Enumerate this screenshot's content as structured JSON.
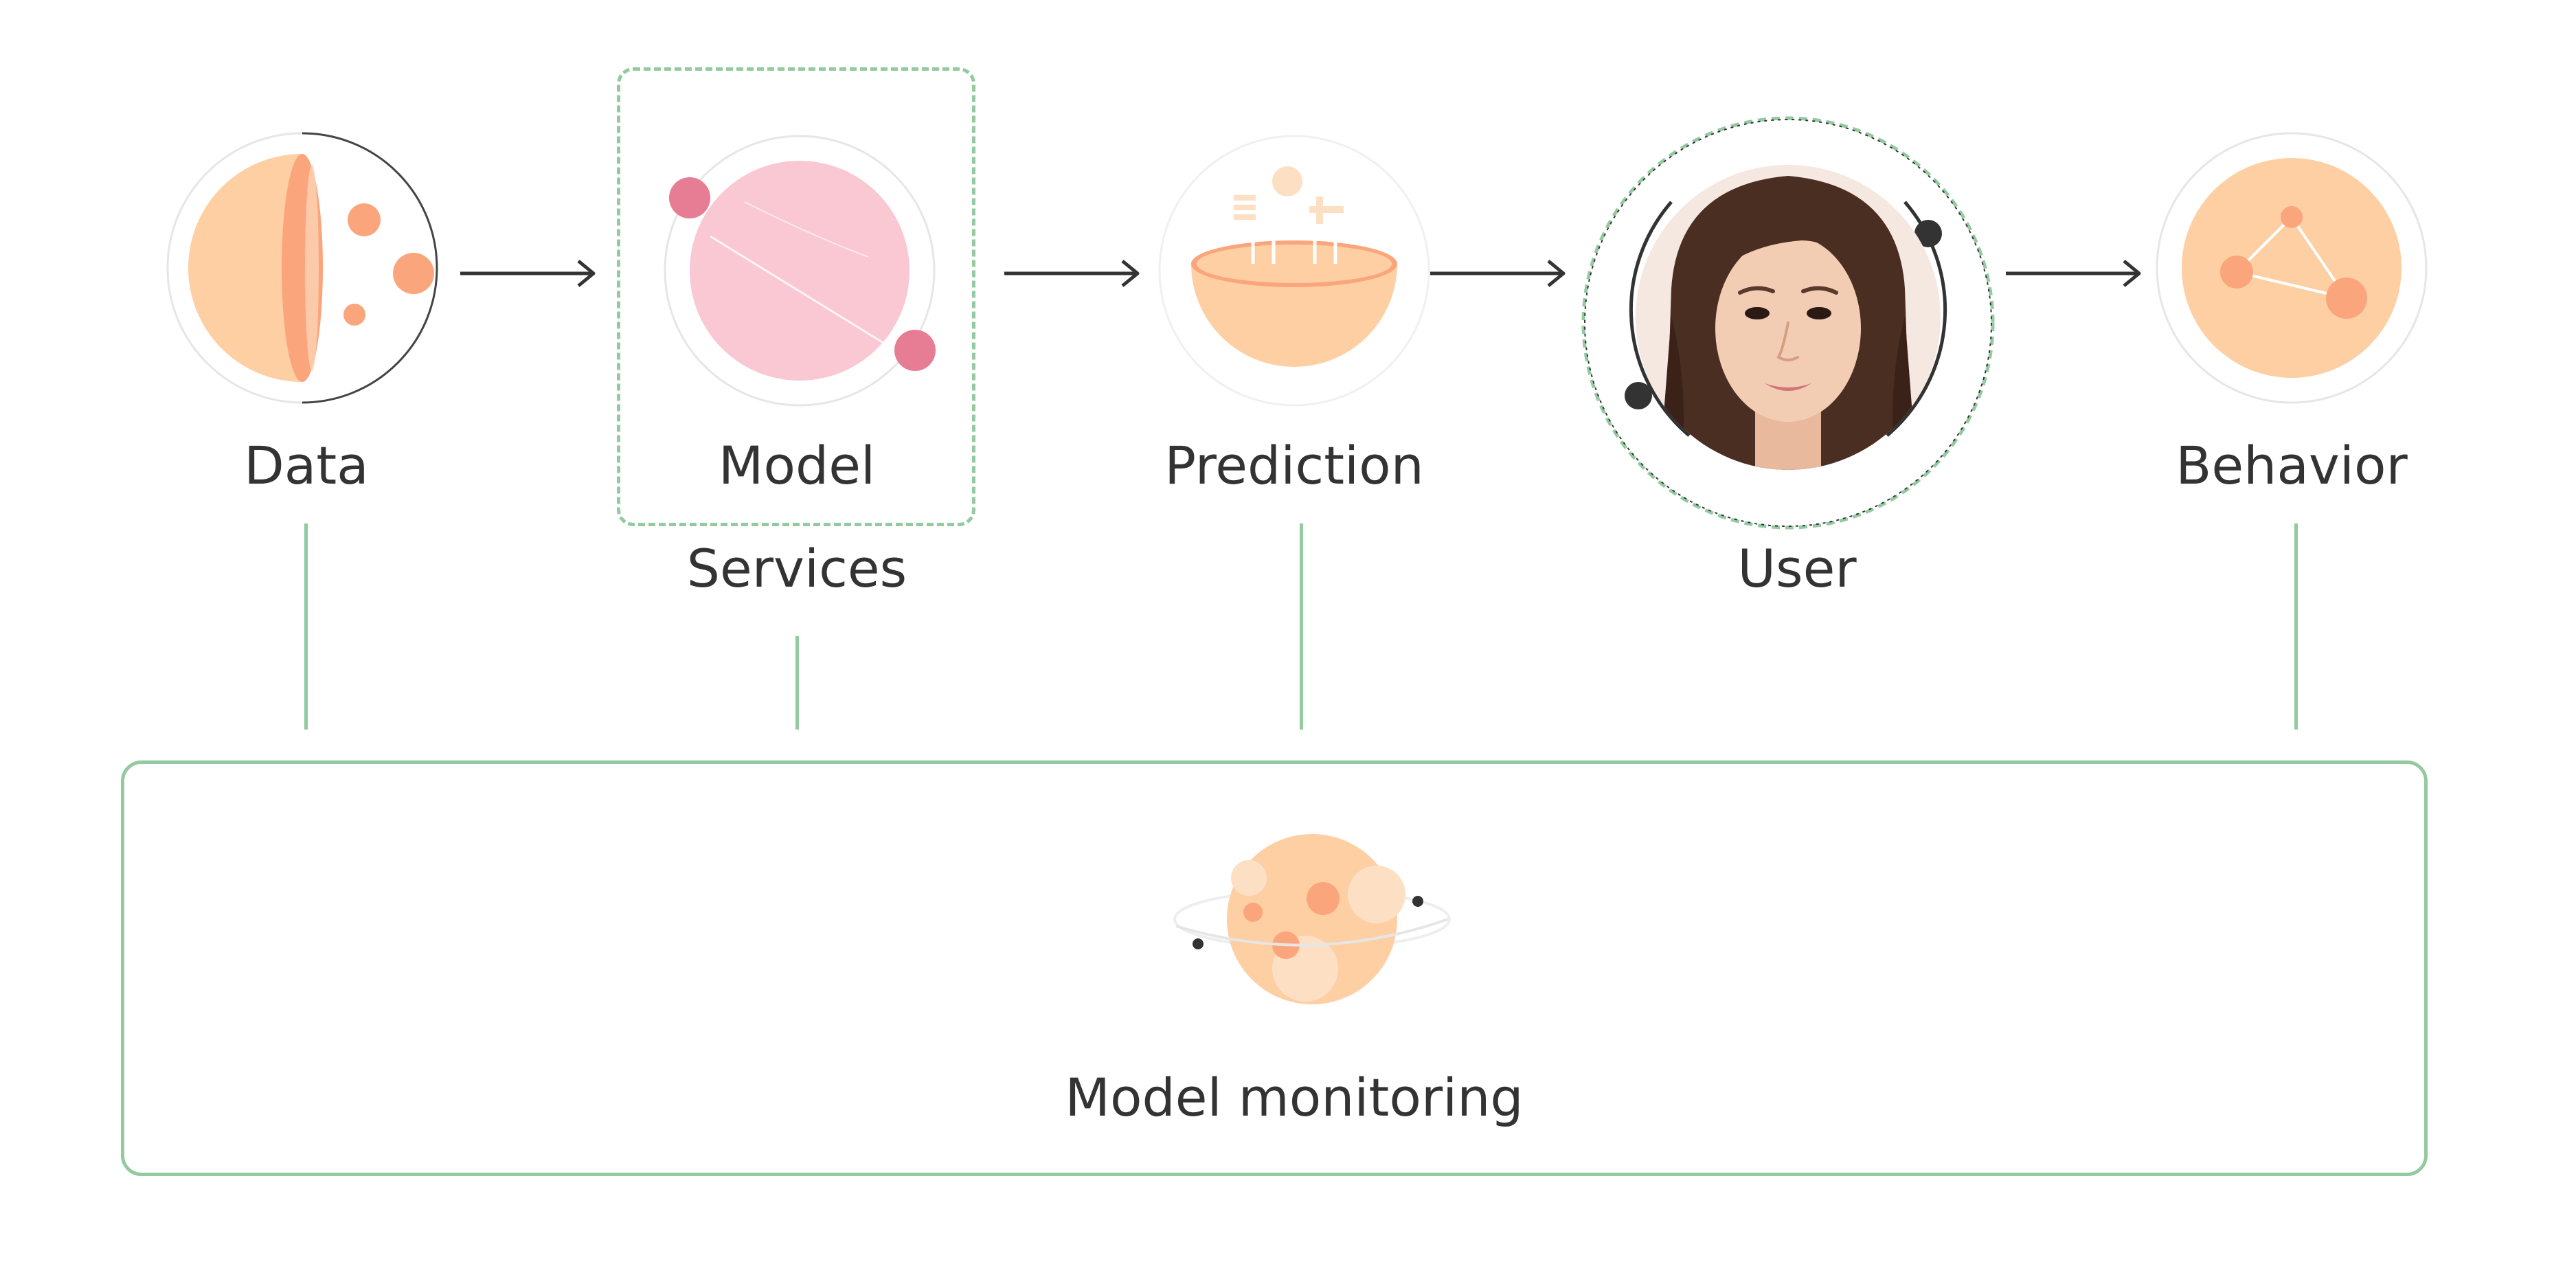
{
  "nodes": {
    "data": {
      "label": "Data"
    },
    "model_services": {
      "label_line1": "Model",
      "label_line2": "Services"
    },
    "prediction": {
      "label": "Prediction"
    },
    "user": {
      "label": "User"
    },
    "behavior": {
      "label": "Behavior"
    }
  },
  "monitoring": {
    "label": "Model monitoring"
  },
  "colors": {
    "peach": "#fdcfa3",
    "peach_dark": "#fba57c",
    "pink": "#f9c8d3",
    "pink_dark": "#e67d94",
    "connector_green": "#93caa0",
    "text": "#333333"
  },
  "icons": {
    "data": "half-sphere-icon",
    "model": "pink-planet-icon",
    "prediction": "bowl-icon",
    "user": "user-portrait",
    "behavior": "network-sphere-icon",
    "monitoring": "ringed-planet-icon"
  }
}
